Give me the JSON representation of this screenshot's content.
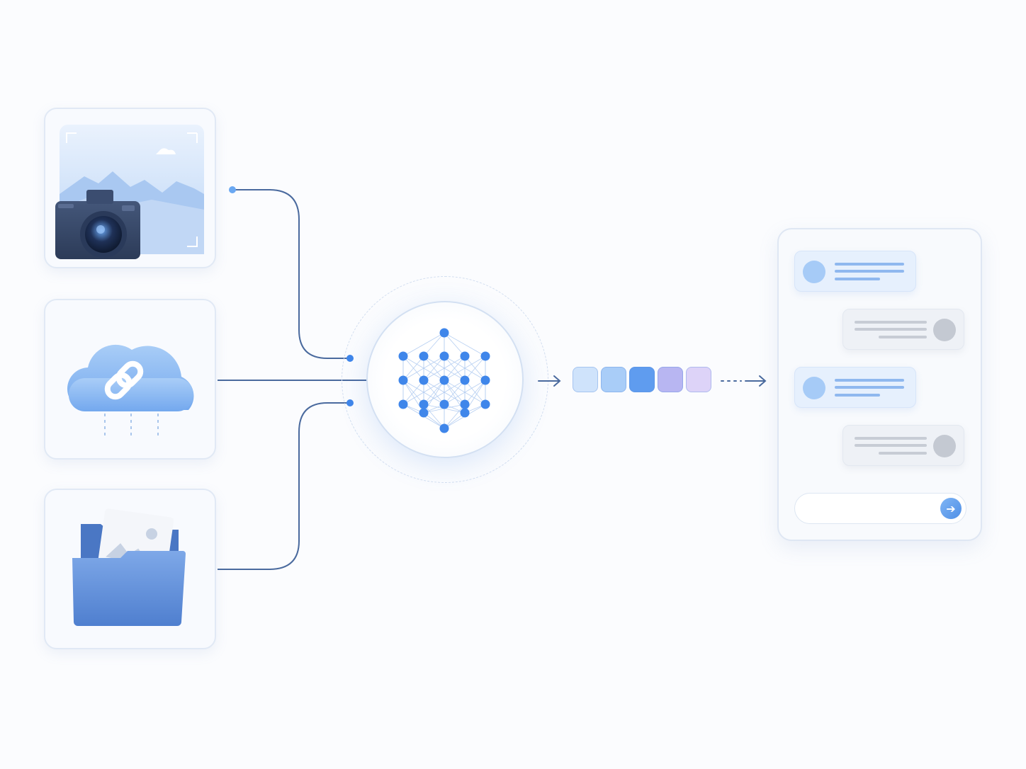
{
  "diagram": {
    "inputs": [
      {
        "icon": "camera-photo-icon"
      },
      {
        "icon": "cloud-link-icon"
      },
      {
        "icon": "image-folder-icon"
      }
    ],
    "hub": {
      "icon": "neural-network-icon"
    },
    "tokens": {
      "colors": [
        "#cfe3fb",
        "#a9cdf8",
        "#5f9cef",
        "#b8b6f2",
        "#ddd3f8"
      ]
    },
    "chat": {
      "messages": [
        {
          "role": "in"
        },
        {
          "role": "out"
        },
        {
          "role": "in"
        },
        {
          "role": "out"
        }
      ],
      "input": {
        "placeholder": "",
        "send_icon": "send-icon"
      }
    },
    "colors": {
      "connector": "#4a6a9e",
      "accent": "#3f86ea"
    }
  }
}
